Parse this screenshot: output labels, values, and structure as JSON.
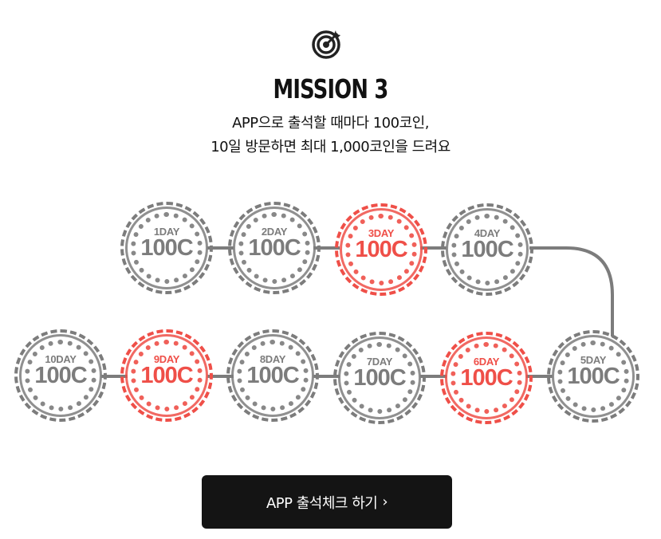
{
  "mission": {
    "icon": "target-icon",
    "title": "MISSION 3",
    "desc_line1": "APP으로 출석할 때마다 100코인,",
    "desc_line2": "10일 방문하면 최대 1,000코인을 드려요"
  },
  "stamps": [
    {
      "day": "1DAY",
      "amount": "100C",
      "status": "gray"
    },
    {
      "day": "2DAY",
      "amount": "100C",
      "status": "gray"
    },
    {
      "day": "3DAY",
      "amount": "100C",
      "status": "red"
    },
    {
      "day": "4DAY",
      "amount": "100C",
      "status": "gray"
    },
    {
      "day": "5DAY",
      "amount": "100C",
      "status": "gray"
    },
    {
      "day": "6DAY",
      "amount": "100C",
      "status": "red"
    },
    {
      "day": "7DAY",
      "amount": "100C",
      "status": "gray"
    },
    {
      "day": "8DAY",
      "amount": "100C",
      "status": "gray"
    },
    {
      "day": "9DAY",
      "amount": "100C",
      "status": "red"
    },
    {
      "day": "10DAY",
      "amount": "100C",
      "status": "gray"
    }
  ],
  "colors": {
    "gray": "#7c7c7c",
    "red": "#ef4f48",
    "button_bg": "#141414"
  },
  "cta": {
    "label": "APP 출석체크 하기",
    "chevron": "chevron-right-icon"
  }
}
